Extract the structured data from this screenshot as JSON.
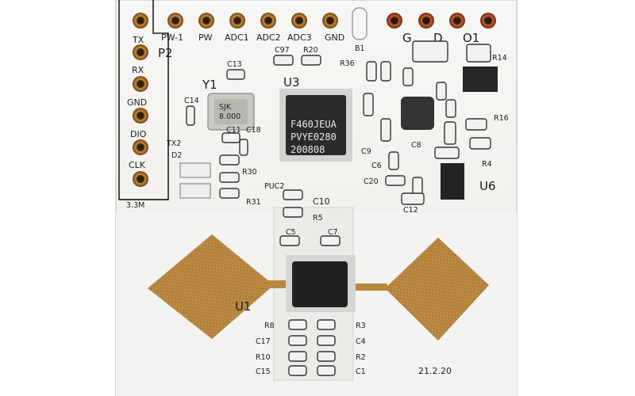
{
  "header_labels": [
    "TX",
    "RX",
    "GND",
    "DIO",
    "CLK",
    "PW-1",
    "PW",
    "ADC1",
    "ADC2",
    "ADC3",
    "GND"
  ],
  "board": {
    "header_name": "P2",
    "voltage_label": "3.3M",
    "date_code": "21.2.20",
    "antenna_label": "U1"
  },
  "mcu": {
    "ref": "U3",
    "marking": [
      "F460JEUA",
      "PVYE0280",
      "200808"
    ]
  },
  "crystal": {
    "ref": "Y1",
    "marking": [
      "SJK",
      "8.000"
    ]
  },
  "regulator": {
    "ref": "U6"
  },
  "misc_labels": [
    "G",
    "D",
    "O1",
    "B1",
    "TX2",
    "D2",
    "R14",
    "R4",
    "R16",
    "R31",
    "R30",
    "R36",
    "PUC2",
    "C13",
    "C14",
    "C11",
    "C18",
    "C20",
    "C12",
    "C6",
    "C9",
    "C8",
    "C97",
    "R20",
    "C10",
    "R5",
    "C5",
    "C7",
    "R8",
    "C17",
    "R10",
    "C15",
    "R3",
    "C4",
    "R2",
    "C1"
  ]
}
